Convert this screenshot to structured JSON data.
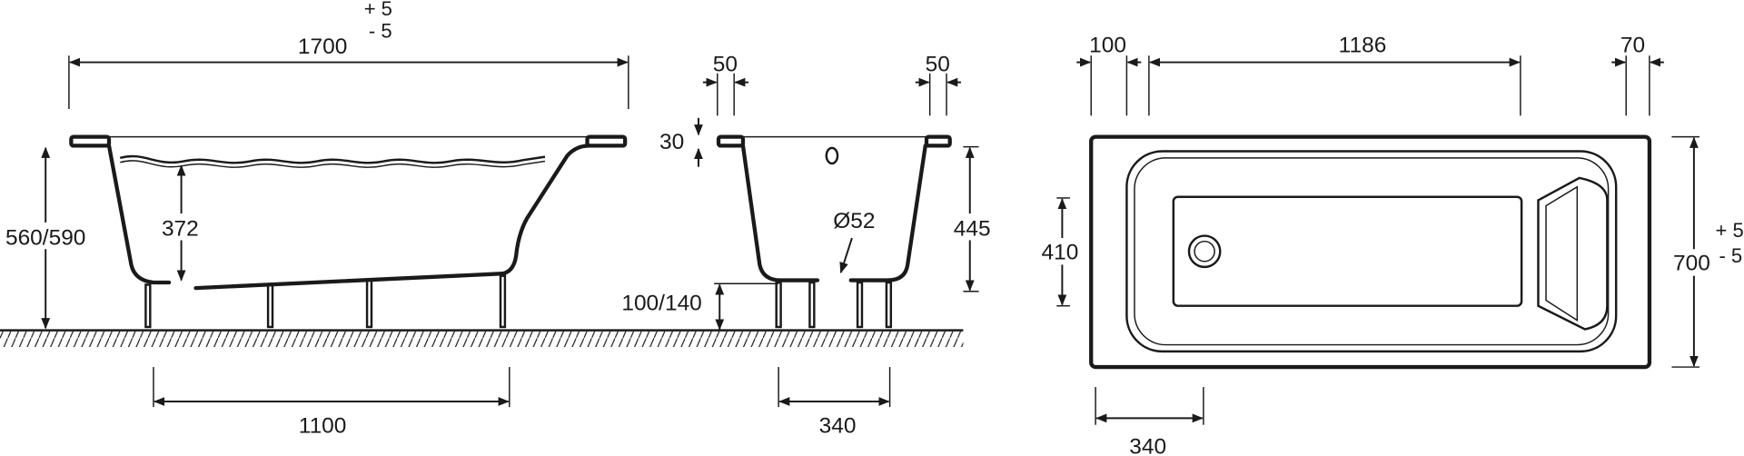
{
  "side_view": {
    "length": "1700",
    "tol_plus": "+ 5",
    "tol_minus": "- 5",
    "height": "560/590",
    "depth": "372",
    "leg_span": "1100"
  },
  "end_view": {
    "rim_left": "50",
    "rim_right": "50",
    "rim_thickness": "30",
    "body_height": "445",
    "drain": "Ø52",
    "leg_height": "100/140",
    "leg_span": "340"
  },
  "plan_view": {
    "rim_left": "100",
    "bottom_length": "1186",
    "rim_right": "70",
    "bottom_width": "410",
    "width": "700",
    "tol_plus": "+ 5",
    "tol_minus": "- 5",
    "drain_offset": "340"
  },
  "colors": {
    "line": "#1a1a1a",
    "background": "#ffffff"
  }
}
